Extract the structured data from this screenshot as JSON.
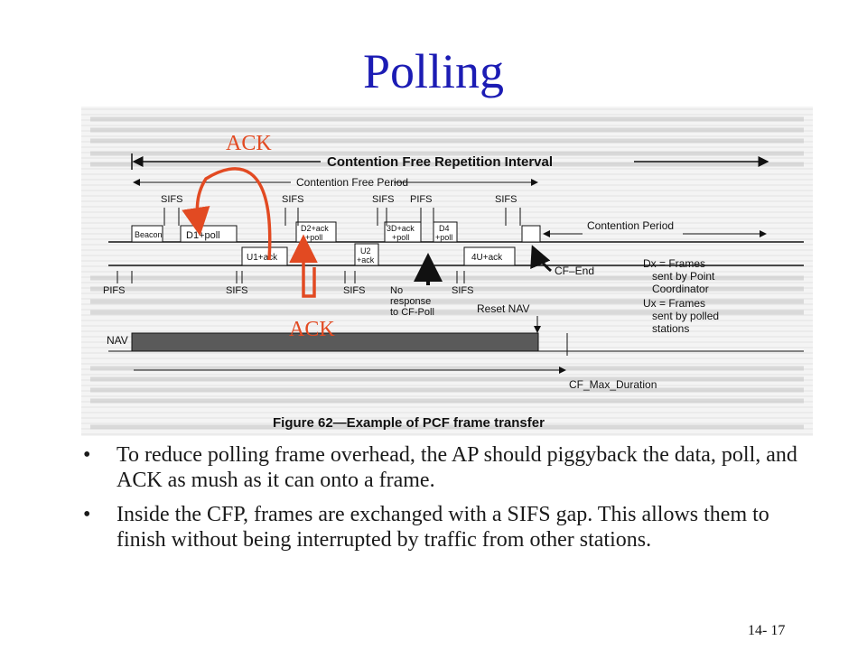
{
  "slide": {
    "title": "Polling",
    "number": "14- 17",
    "bullet_glyph": "•",
    "bullets": [
      "To reduce polling frame overhead, the AP should piggyback the data, poll, and ACK as mush as it can onto a frame.",
      "Inside the CFP, frames are exchanged with a SIFS gap. This allows them to finish without being interrupted by traffic from other stations."
    ]
  },
  "figure": {
    "caption": "Figure 62—Example of PCF frame transfer",
    "cfri_label": "Contention Free Repetition Interval",
    "cfp_label": "Contention Free Period",
    "cp_label": "Contention Period",
    "annotations": {
      "ack_top": "ACK",
      "ack_bottom": "ACK",
      "annotation_color": "#e24a22"
    },
    "frames": {
      "beacon": "Beacon",
      "d1": "D1+poll",
      "u1": "U1+ack",
      "d2_line1": "D2+ack",
      "d2_line2": "+poll",
      "u2_line1": "U2",
      "u2_line2": "+ack",
      "d3_line1": "3D+ack",
      "d3_line2": "+poll",
      "d4_line1": "D4",
      "d4_line2": "+poll",
      "u4": "4U+ack",
      "cf_end": "CF–End"
    },
    "gaps": {
      "sifs": "SIFS",
      "pifs": "PIFS"
    },
    "labels": {
      "no_response_1": "No",
      "no_response_2": "response",
      "no_response_3": "to CF-Poll",
      "reset_nav": "Reset NAV",
      "nav": "NAV",
      "cf_max": "CF_Max_Duration",
      "legend_1": "Dx = Frames",
      "legend_2": "sent by Point",
      "legend_3": "Coordinator",
      "legend_4": "Ux = Frames",
      "legend_5": "sent by polled",
      "legend_6": "stations"
    }
  }
}
